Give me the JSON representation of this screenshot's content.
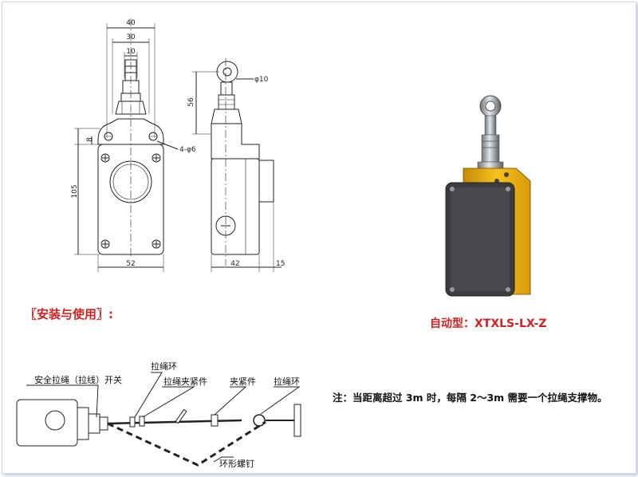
{
  "dimensions": {
    "front_width_outer": "40",
    "front_width_mid": "30",
    "front_width_inner": "10",
    "front_flange_height": "8",
    "front_height": "105",
    "front_base_width": "52",
    "hole_callout": "4-φ6",
    "side_top_height": "56",
    "eyelet_diameter": "φ10",
    "side_depth": "42",
    "side_protrusion": "15"
  },
  "model_label": "自动型：XTXLS-LX-Z",
  "install_heading": "〖安装与使用〗:",
  "install_diagram": {
    "switch_label": "安全拉绳（拉线）开关",
    "ring_label_left": "拉绳环",
    "clamp_label_left": "拉绳夹紧件",
    "clamp_label_mid": "夹紧件",
    "ring_label_right": "拉绳环",
    "screw_label": "环形螺钉"
  },
  "note": "注：当距离超过 3m 时，每隔 2～3m 需要一个拉绳支撑物。",
  "colors": {
    "title_red": "#d42020",
    "housing_yellow": "#f2b616",
    "housing_dark": "#3a3c3f",
    "metal": "#b9bdc2"
  }
}
